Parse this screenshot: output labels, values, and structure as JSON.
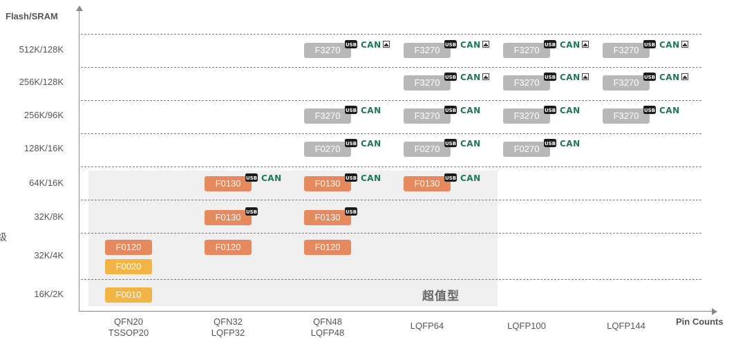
{
  "axes": {
    "y_title": "Flash/SRAM",
    "x_title": "Pin Counts"
  },
  "side_label": "级",
  "zone_label": "超值型",
  "rows": [
    "512K/128K",
    "256K/128K",
    "256K/96K",
    "128K/16K",
    "64K/16K",
    "32K/8K",
    "32K/4K",
    "16K/2K"
  ],
  "columns": [
    {
      "line1": "QFN20",
      "line2": "TSSOP20"
    },
    {
      "line1": "QFN32",
      "line2": "LQFP32"
    },
    {
      "line1": "QFN48",
      "line2": "LQFP48"
    },
    {
      "line1": "LQFP64",
      "line2": ""
    },
    {
      "line1": "LQFP100",
      "line2": ""
    },
    {
      "line1": "LQFP144",
      "line2": ""
    }
  ],
  "colors": {
    "gray_chip": "#b8b8b8",
    "orange_chip": "#e6895e",
    "yellow_chip": "#f2b545",
    "can_text": "#1b7a52",
    "zone_bg": "#efefef"
  },
  "chips": [
    {
      "row": "512K/128K",
      "col": "QFN48",
      "label": "F3270",
      "color": "gray",
      "usb": true,
      "can": "CAN",
      "eth": true
    },
    {
      "row": "512K/128K",
      "col": "LQFP64",
      "label": "F3270",
      "color": "gray",
      "usb": true,
      "can": "CAN",
      "eth": true
    },
    {
      "row": "512K/128K",
      "col": "LQFP100",
      "label": "F3270",
      "color": "gray",
      "usb": true,
      "can": "CAN",
      "eth": true
    },
    {
      "row": "512K/128K",
      "col": "LQFP144",
      "label": "F3270",
      "color": "gray",
      "usb": true,
      "can": "CAN",
      "eth": true
    },
    {
      "row": "256K/128K",
      "col": "LQFP64",
      "label": "F3270",
      "color": "gray",
      "usb": true,
      "can": "CAN",
      "eth": true
    },
    {
      "row": "256K/128K",
      "col": "LQFP100",
      "label": "F3270",
      "color": "gray",
      "usb": true,
      "can": "CAN",
      "eth": true
    },
    {
      "row": "256K/128K",
      "col": "LQFP144",
      "label": "F3270",
      "color": "gray",
      "usb": true,
      "can": "CAN",
      "eth": true
    },
    {
      "row": "256K/96K",
      "col": "QFN48",
      "label": "F3270",
      "color": "gray",
      "usb": true,
      "can": "CAN",
      "eth": false
    },
    {
      "row": "256K/96K",
      "col": "LQFP64",
      "label": "F3270",
      "color": "gray",
      "usb": true,
      "can": "CAN",
      "eth": false
    },
    {
      "row": "256K/96K",
      "col": "LQFP100",
      "label": "F3270",
      "color": "gray",
      "usb": true,
      "can": "CAN",
      "eth": false
    },
    {
      "row": "256K/96K",
      "col": "LQFP144",
      "label": "F3270",
      "color": "gray",
      "usb": true,
      "can": "CAN",
      "eth": false
    },
    {
      "row": "128K/16K",
      "col": "QFN48",
      "label": "F0270",
      "color": "gray",
      "usb": true,
      "can": "CAN",
      "eth": false
    },
    {
      "row": "128K/16K",
      "col": "LQFP64",
      "label": "F0270",
      "color": "gray",
      "usb": true,
      "can": "CAN",
      "eth": false
    },
    {
      "row": "128K/16K",
      "col": "LQFP100",
      "label": "F0270",
      "color": "gray",
      "usb": true,
      "can": "CAN",
      "eth": false
    },
    {
      "row": "64K/16K",
      "col": "QFN32",
      "label": "F0130",
      "color": "orange",
      "usb": true,
      "can": "CAN",
      "eth": false
    },
    {
      "row": "64K/16K",
      "col": "QFN48",
      "label": "F0130",
      "color": "orange",
      "usb": true,
      "can": "CAN",
      "eth": false
    },
    {
      "row": "64K/16K",
      "col": "LQFP64",
      "label": "F0130",
      "color": "orange",
      "usb": true,
      "can": "CAN",
      "eth": false
    },
    {
      "row": "32K/8K",
      "col": "QFN32",
      "label": "F0130",
      "color": "orange",
      "usb": true,
      "can": "",
      "eth": false
    },
    {
      "row": "32K/8K",
      "col": "QFN48",
      "label": "F0130",
      "color": "orange",
      "usb": true,
      "can": "",
      "eth": false
    },
    {
      "row": "32K/4K",
      "col": "QFN20",
      "label": "F0120",
      "color": "orange",
      "usb": false,
      "can": "",
      "eth": false
    },
    {
      "row": "32K/4K",
      "col": "QFN20",
      "label": "F0020",
      "color": "yellow",
      "usb": false,
      "can": "",
      "eth": false
    },
    {
      "row": "32K/4K",
      "col": "QFN32",
      "label": "F0120",
      "color": "orange",
      "usb": false,
      "can": "",
      "eth": false
    },
    {
      "row": "32K/4K",
      "col": "QFN48",
      "label": "F0120",
      "color": "orange",
      "usb": false,
      "can": "",
      "eth": false
    },
    {
      "row": "16K/2K",
      "col": "QFN20",
      "label": "F0010",
      "color": "yellow",
      "usb": false,
      "can": "",
      "eth": false
    }
  ]
}
